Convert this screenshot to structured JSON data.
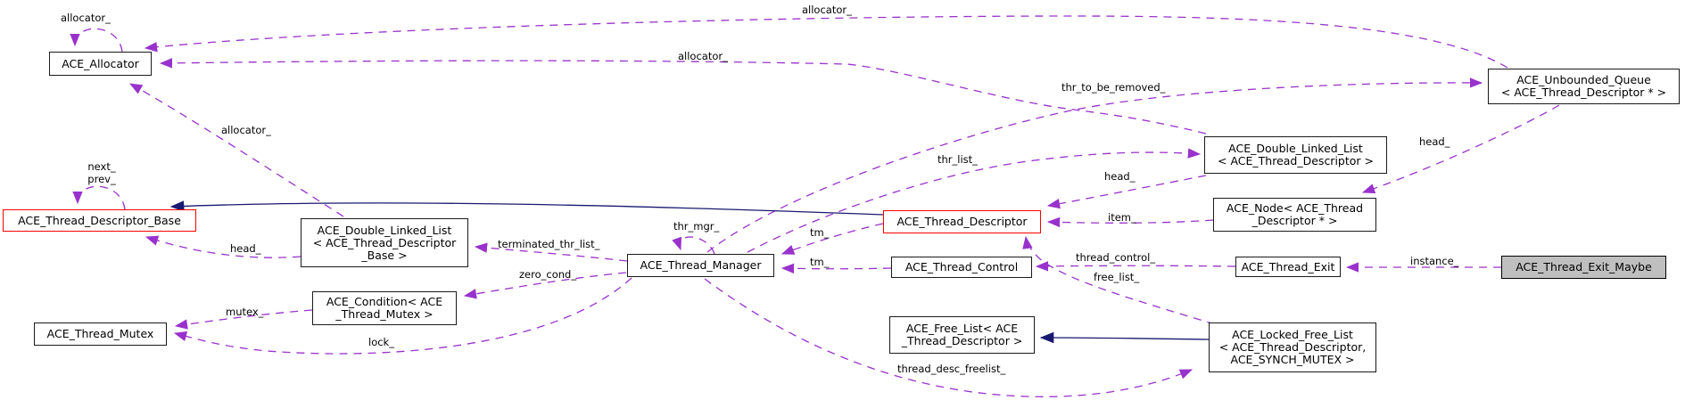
{
  "diagram": {
    "kind": "doxygen-collaboration-graph",
    "background": "#ffffff",
    "usage_edge_color": "#9932CC",
    "inheritance_edge_color": "#191970",
    "current_node_fill": "#bfbfbf",
    "truncated_node_border": "#ff0000"
  },
  "nodes": {
    "allocator": {
      "lines": [
        "ACE_Allocator"
      ]
    },
    "thread_descriptor_base": {
      "lines": [
        "ACE_Thread_Descriptor_Base"
      ]
    },
    "thread_mutex": {
      "lines": [
        "ACE_Thread_Mutex"
      ]
    },
    "dll_base": {
      "lines": [
        "ACE_Double_Linked_List",
        "< ACE_Thread_Descriptor",
        "_Base >"
      ]
    },
    "condition": {
      "lines": [
        "ACE_Condition< ACE",
        "_Thread_Mutex >"
      ]
    },
    "thread_manager": {
      "lines": [
        "ACE_Thread_Manager"
      ]
    },
    "thread_descriptor": {
      "lines": [
        "ACE_Thread_Descriptor"
      ]
    },
    "thread_control": {
      "lines": [
        "ACE_Thread_Control"
      ]
    },
    "free_list": {
      "lines": [
        "ACE_Free_List< ACE",
        "_Thread_Descriptor >"
      ]
    },
    "dll_descriptor": {
      "lines": [
        "ACE_Double_Linked_List",
        "< ACE_Thread_Descriptor >"
      ]
    },
    "node_descriptor": {
      "lines": [
        "ACE_Node< ACE_Thread",
        "_Descriptor * >"
      ]
    },
    "unbounded_queue": {
      "lines": [
        "ACE_Unbounded_Queue",
        "< ACE_Thread_Descriptor * >"
      ]
    },
    "thread_exit": {
      "lines": [
        "ACE_Thread_Exit"
      ]
    },
    "locked_free_list": {
      "lines": [
        "ACE_Locked_Free_List",
        "< ACE_Thread_Descriptor,",
        "ACE_SYNCH_MUTEX >"
      ]
    },
    "thread_exit_maybe": {
      "lines": [
        "ACE_Thread_Exit_Maybe"
      ]
    }
  },
  "edge_labels": {
    "allocator_self": "allocator_",
    "allocator_queue": "allocator_",
    "allocator_dll_td": "allocator_",
    "allocator_dll_base": "allocator_",
    "next_": "next_",
    "prev_": "prev_",
    "head_left": "head_",
    "head_mid": "head_",
    "head_right": "head_",
    "mutex_": "mutex_",
    "lock_": "lock_",
    "terminated_thr_list_": "terminated_thr_list_",
    "zero_cond_": "zero_cond_",
    "thr_mgr_": "thr_mgr_",
    "tm_upper": "tm_",
    "tm_lower": "tm_",
    "thr_list_": "thr_list_",
    "thr_to_be_removed_": "thr_to_be_removed_",
    "item_": "item_",
    "thread_control_": "thread_control_",
    "free_list_": "free_list_",
    "instance_": "instance_",
    "thread_desc_freelist_": "thread_desc_freelist_"
  }
}
